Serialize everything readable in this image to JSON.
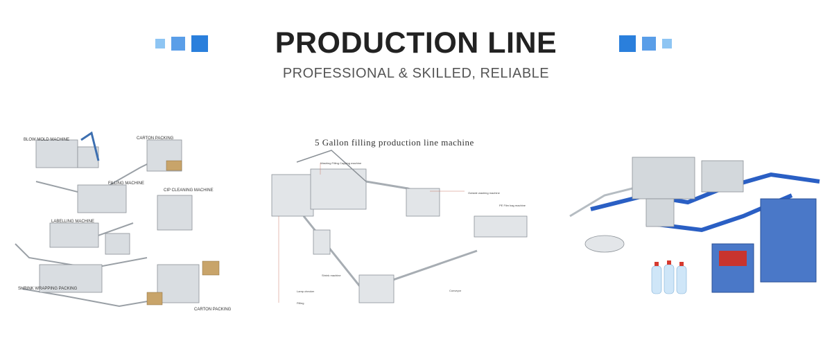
{
  "header": {
    "title": "PRODUCTION LINE",
    "subtitle": "PROFESSIONAL & SKILLED, RELIABLE"
  },
  "colors": {
    "square_small": "#8ec5f3",
    "square_medium": "#5a9ee8",
    "square_large": "#2a7fdc",
    "title": "#222222",
    "subtitle": "#555555"
  },
  "panel1": {
    "labels": {
      "blow_mold": "BLOW MOLD MACHINE",
      "carton_packing_top": "CARTON PACKING",
      "filling": "FILLING MACHINE",
      "cip_cleaning": "CIP CLEANING MACHINE",
      "labelling": "LABELLING MACHINE",
      "shrink_wrapping": "SHRINK WRAPPING PACKING",
      "carton_packing_bottom": "CARTON PACKING"
    }
  },
  "panel2": {
    "title": "5 Gallon filling production line machine",
    "labels": {
      "washing_filling_capping": "Washing Filling Capping machine",
      "outside_washing": "Outside washing machine",
      "pe_film_bag": "PE Film bag machine",
      "shrink": "Shrink machine",
      "lamp_checker": "Lamp checker",
      "filling": "Filling",
      "conveyor": "Conveyor"
    }
  }
}
